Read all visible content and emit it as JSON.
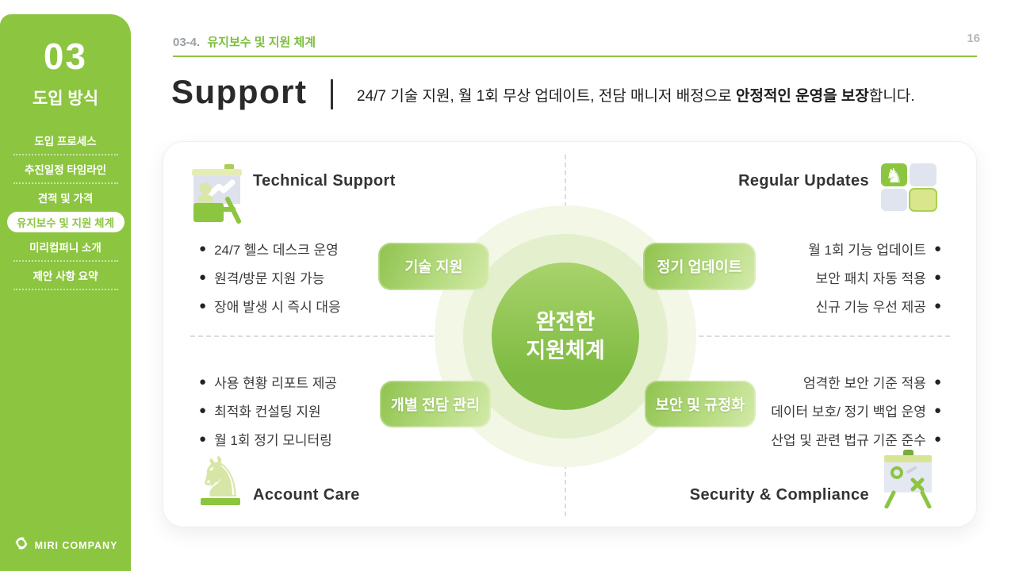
{
  "sidebar": {
    "chapter_number": "03",
    "chapter_title": "도입 방식",
    "items": [
      {
        "label": "도입 프로세스",
        "active": false
      },
      {
        "label": "추진일정 타임라인",
        "active": false
      },
      {
        "label": "견적 및 가격",
        "active": false
      },
      {
        "label": "유지보수 및 지원 체계",
        "active": true
      },
      {
        "label": "미리컴퍼니 소개",
        "active": false
      },
      {
        "label": "제안 사항 요약",
        "active": false
      }
    ],
    "logo_text": "MIRI COMPANY"
  },
  "header": {
    "breadcrumb_prefix": "03-4.",
    "breadcrumb_title": "유지보수 및 지원 체계",
    "page_number": "16",
    "title": "Support",
    "description_normal": "24/7 기술 지원, 월 1회 무상 업데이트, 전담 매니저 배정으로 ",
    "description_bold": "안정적인 운영을 보장",
    "description_suffix": "합니다."
  },
  "diagram": {
    "center": {
      "line1": "완전한",
      "line2": "지원체계"
    },
    "quadrants": [
      {
        "heading": "Technical Support",
        "icon": "presentation-board-icon",
        "pill": "기술 지원",
        "bullets": [
          "24/7 헬스 데스크 운영",
          "원격/방문 지원 가능",
          "장애 발생 시 즉시 대응"
        ]
      },
      {
        "heading": "Regular Updates",
        "icon": "chess-grid-icon",
        "pill": "정기 업데이트",
        "bullets": [
          "월 1회 기능 업데이트",
          "보안 패치 자동 적용",
          "신규 기능 우선 제공"
        ]
      },
      {
        "heading": "Account Care",
        "icon": "chess-knight-icon",
        "pill": "개별 전담 관리",
        "bullets": [
          "사용 현황 리포트 제공",
          "최적화 컨설팅 지원",
          "월 1회 정기 모니터링"
        ]
      },
      {
        "heading": "Security & Compliance",
        "icon": "strategy-board-icon",
        "pill": "보안 및 규정화",
        "bullets": [
          "엄격한 보안 기준 적용",
          "데이터 보호/ 정기 백업 운영",
          "산업 및 관련 법규 기준 준수"
        ]
      }
    ]
  },
  "colors": {
    "brand_green": "#8CC540",
    "accent_green_light": "#d4eaaa",
    "halo_outer": "#f3f7e5",
    "halo_mid": "#e4efce",
    "title_dark": "#2a2a2a",
    "gray_text": "#9aa0a3"
  }
}
